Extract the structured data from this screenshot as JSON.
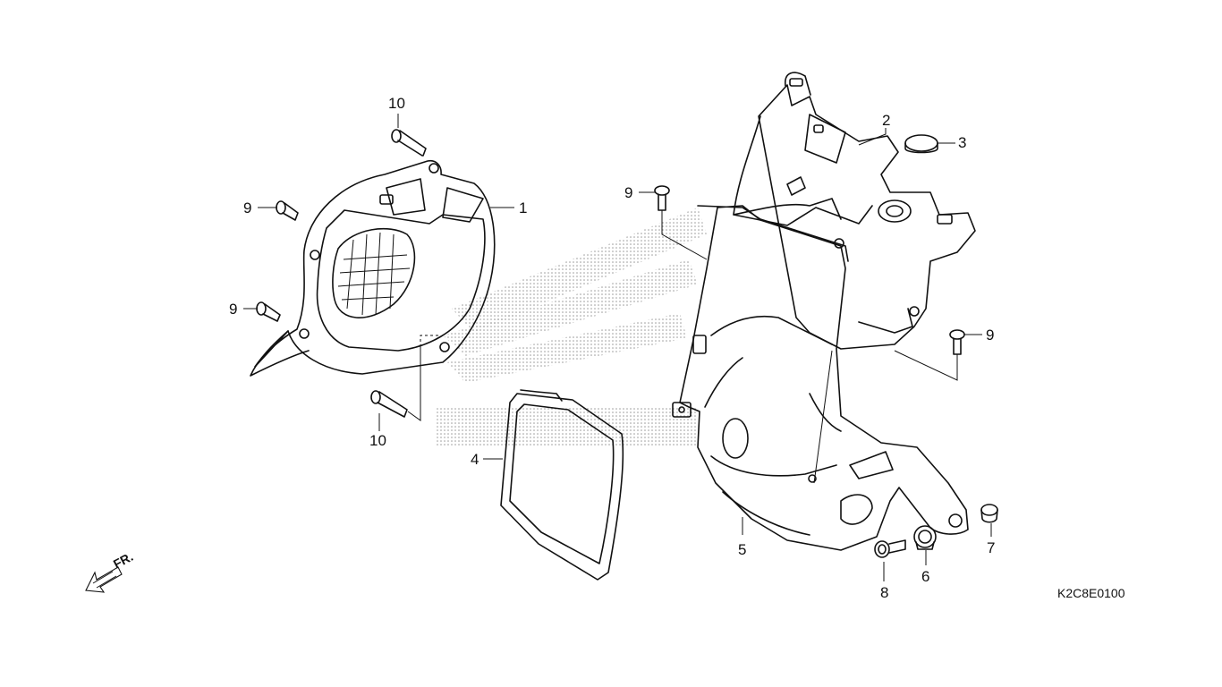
{
  "callouts": {
    "c1": "1",
    "c2": "2",
    "c3": "3",
    "c4": "4",
    "c5": "5",
    "c6": "6",
    "c7": "7",
    "c8": "8",
    "c9a": "9",
    "c9b": "9",
    "c9c": "9",
    "c9d": "9",
    "c10a": "10",
    "c10b": "10"
  },
  "direction_label": "FR.",
  "diagram_code": "K2C8E0100",
  "colors": {
    "line": "#111111",
    "background": "#ffffff",
    "dots": "#9a9a9a"
  },
  "icons": {
    "direction": "front-direction-arrow-icon"
  }
}
